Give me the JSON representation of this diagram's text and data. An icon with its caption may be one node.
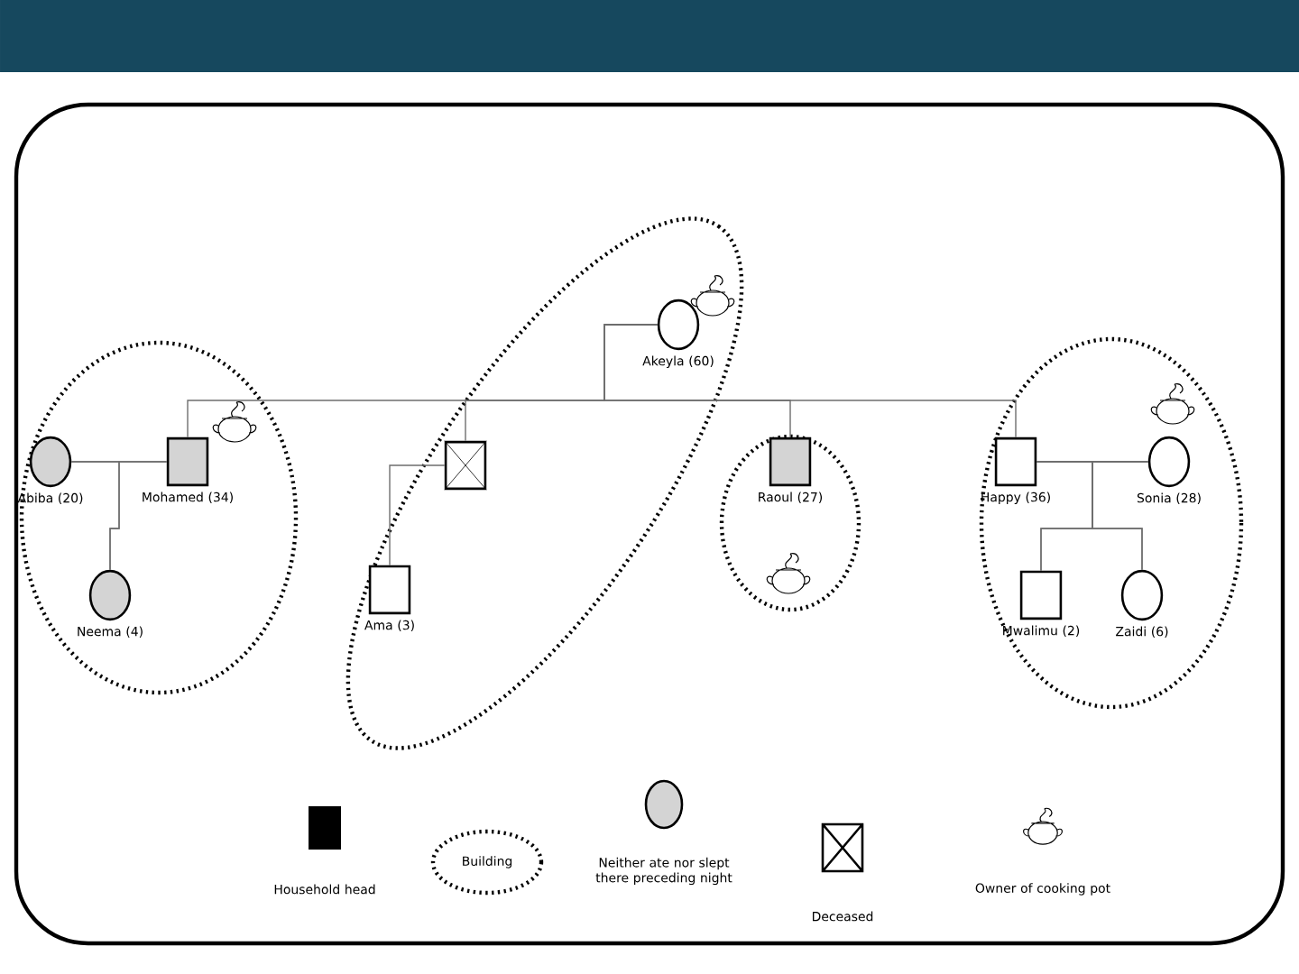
{
  "diagram": {
    "nodes": [
      {
        "text": [
          "Akeyla (60)"
        ]
      },
      {
        "text": [
          "Abiba (20)"
        ]
      },
      {
        "text": [
          "Mohamed (34)"
        ]
      },
      {
        "text": [
          "Neema (4)"
        ]
      },
      {
        "text": [],
        "shape": "box"
      },
      {
        "text": [
          "Ama (3)"
        ]
      },
      {
        "text": [
          "Raoul (27)"
        ]
      },
      {
        "text": [
          "Happy (36)"
        ]
      },
      {
        "text": [
          "Sonia (28)"
        ]
      },
      {
        "text": [
          "Mwalimu (2)"
        ]
      },
      {
        "text": [
          "Zaidi (6)"
        ]
      }
    ],
    "edges": [
      {
        "from": 0,
        "to": 2,
        "arrow": "none"
      },
      {
        "from": 0,
        "to": 4,
        "arrow": "none"
      },
      {
        "from": 0,
        "to": 6,
        "arrow": "none"
      },
      {
        "from": 0,
        "to": 7,
        "arrow": "none"
      },
      {
        "from": 1,
        "to": 2,
        "arrow": "none"
      },
      {
        "from": 1,
        "to": 3,
        "arrow": "none"
      },
      {
        "from": 2,
        "to": 3,
        "arrow": "none"
      },
      {
        "from": 4,
        "to": 5,
        "arrow": "none"
      },
      {
        "from": 7,
        "to": 8,
        "arrow": "none"
      },
      {
        "from": 7,
        "to": 9,
        "arrow": "none"
      },
      {
        "from": 8,
        "to": 9,
        "arrow": "none"
      },
      {
        "from": 7,
        "to": 10,
        "arrow": "none"
      },
      {
        "from": 8,
        "to": 10,
        "arrow": "none"
      }
    ],
    "legend": [
      {
        "text": "Household head"
      },
      {
        "text": "Building"
      },
      {
        "text": "Neither ate nor slept there preceding night"
      },
      {
        "text": "Deceased"
      },
      {
        "text": "Owner of cooking pot"
      }
    ]
  }
}
